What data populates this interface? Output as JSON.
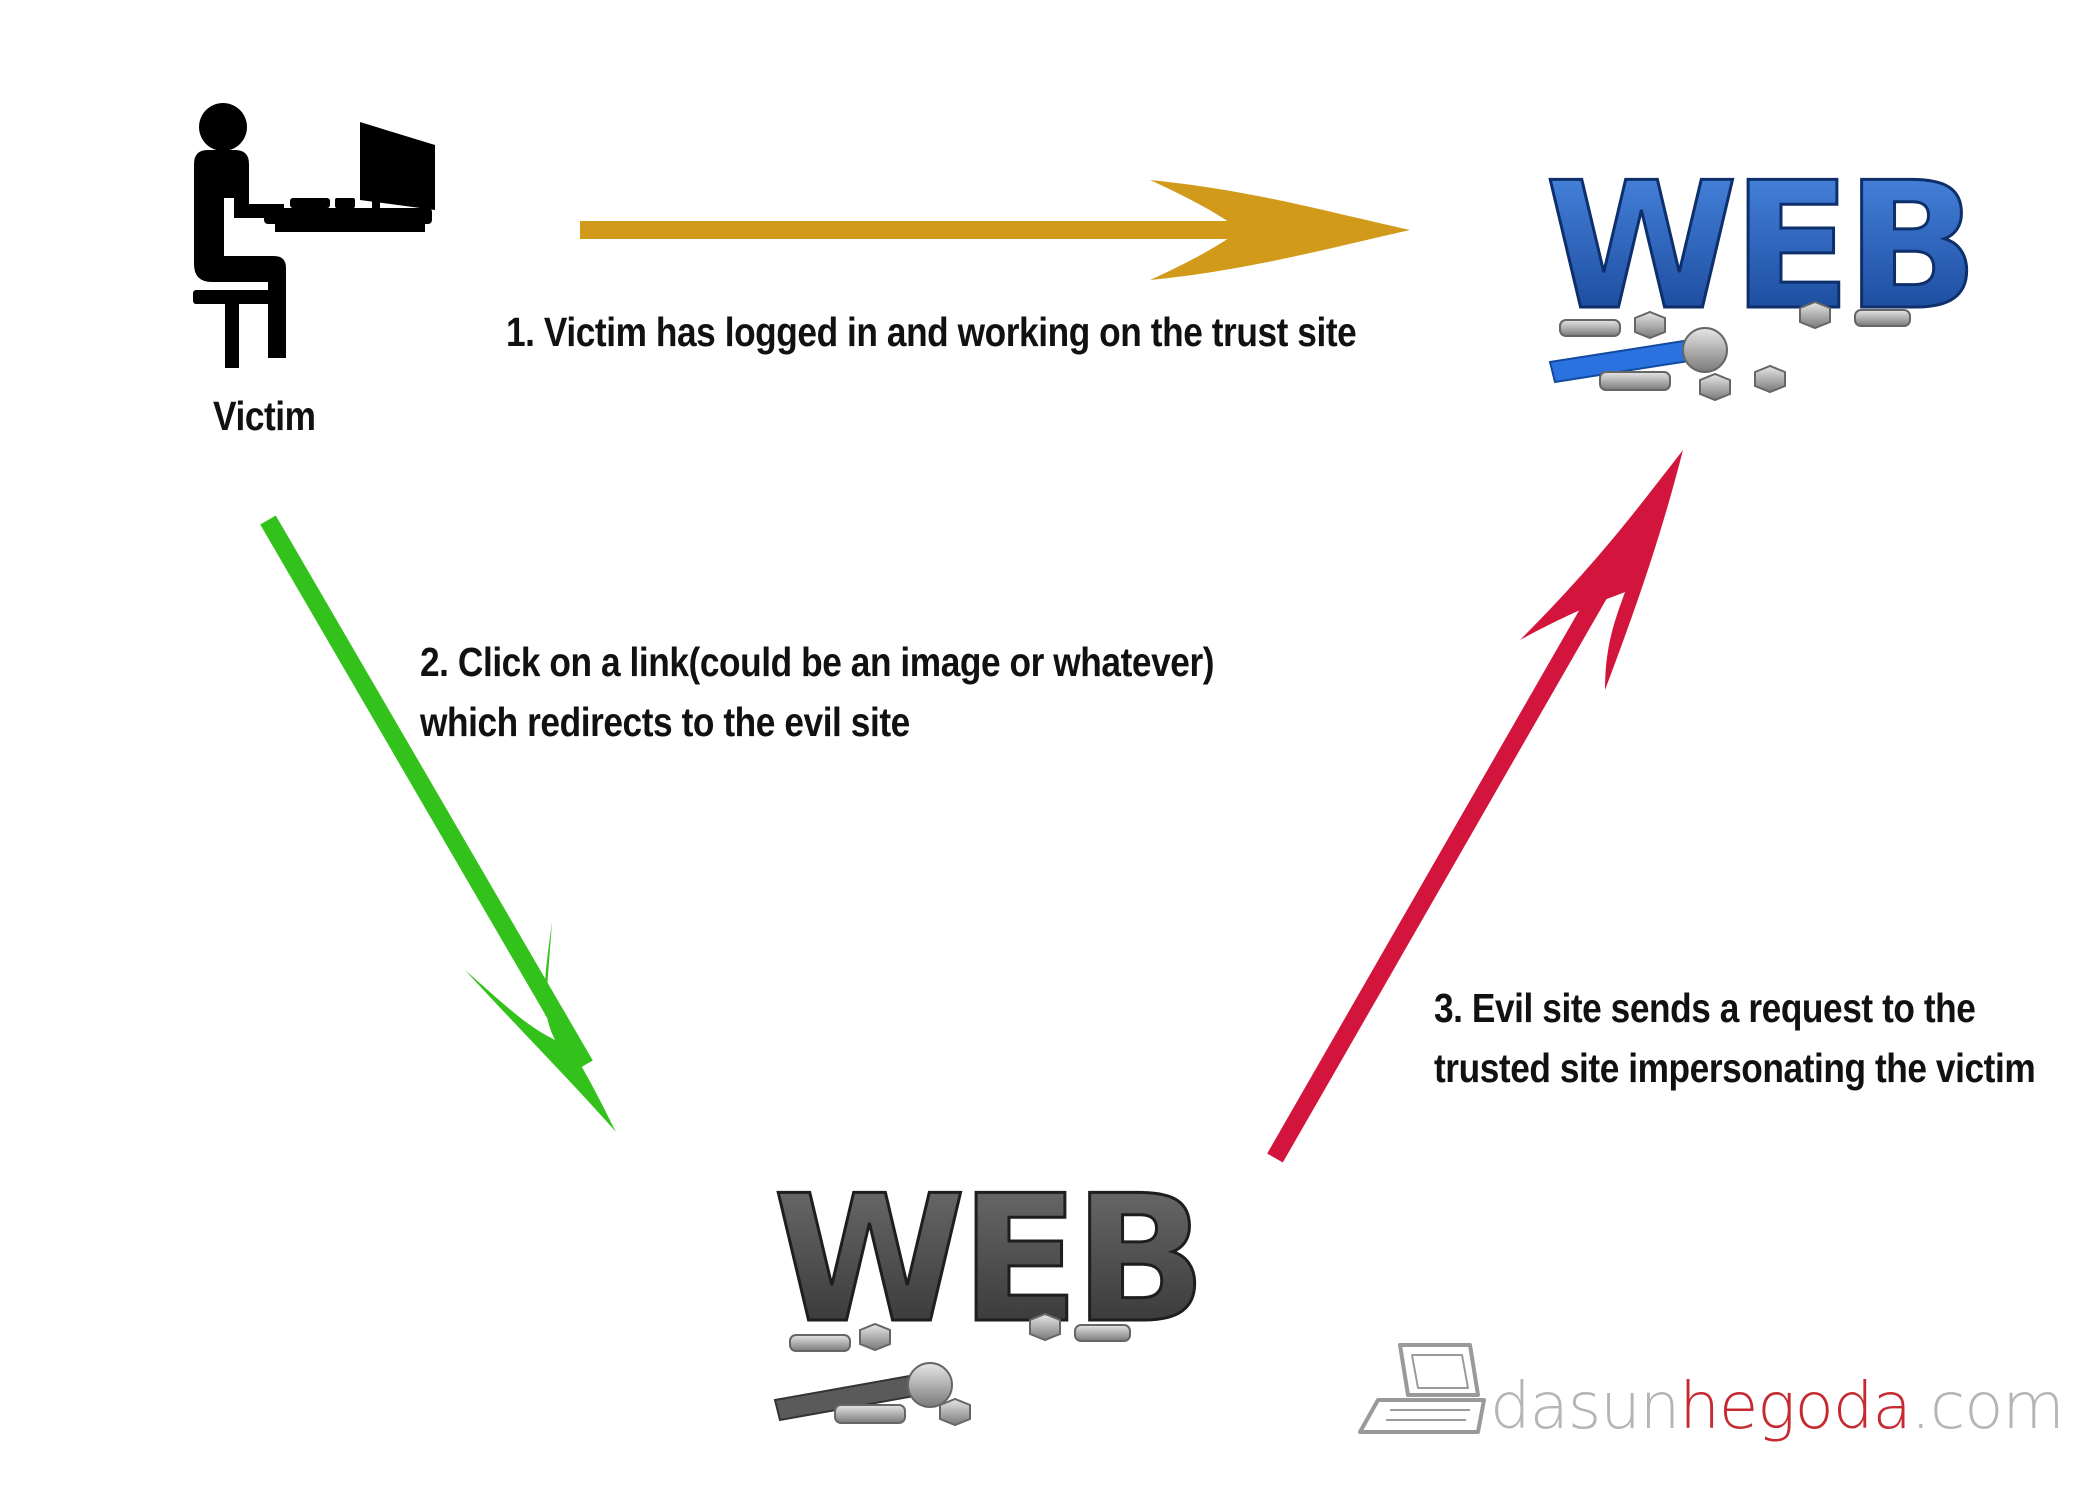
{
  "victim": {
    "label": "Victim"
  },
  "nodes": {
    "trusted_site": {
      "text": "WEB",
      "color": "#1f5bb8"
    },
    "evil_site": {
      "text": "WEB",
      "color": "#4a4a4a"
    }
  },
  "steps": {
    "step1": {
      "text": "1.  Victim has logged in and working on the trust site",
      "color": "#d29a1a"
    },
    "step2": {
      "lines": [
        "2. Click on a link(could be an image or whatever)",
        "which redirects to the evil site"
      ],
      "color": "#33c21b"
    },
    "step3": {
      "lines": [
        "3. Evil site sends a request to the",
        "trusted site impersonating the victim"
      ],
      "color": "#d3153d"
    }
  },
  "watermark": {
    "part1": "dasun",
    "part2": "hegoda",
    "part3": ".com"
  }
}
